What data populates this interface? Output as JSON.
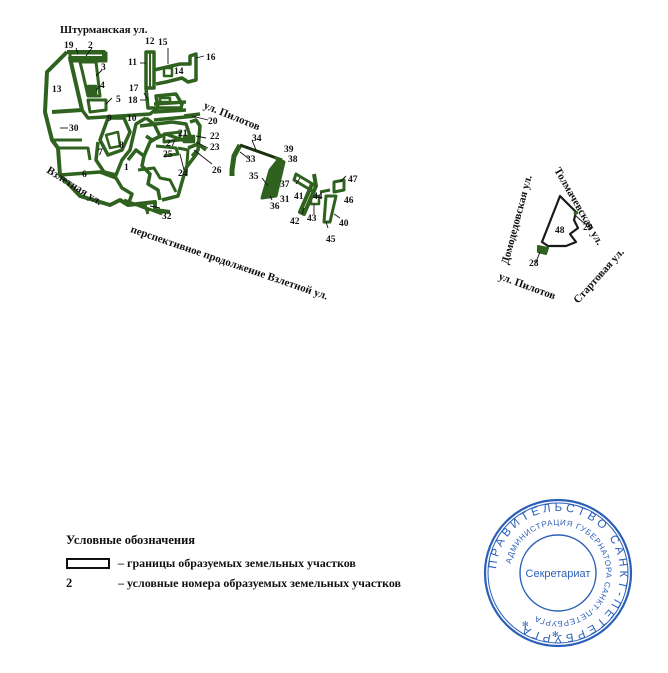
{
  "map": {
    "streets": {
      "shturmanskaya": "Штурманская ул.",
      "pilotov_top": "ул. Пилотов",
      "vzletnaya": "Взлетная ул.",
      "perspective": "перспективное продолжение Взлетной ул.",
      "domodedovskaya": "Домодедовская ул.",
      "tolmachevskaya": "Толмачевская ул.",
      "pilotov_bottom": "ул. Пилотов",
      "startovaya": "Стартовая ул."
    },
    "plot_color": "#2f621f",
    "plots": {
      "p1": "1",
      "p2": "2",
      "p3": "3",
      "p4": "4",
      "p5": "5",
      "p6": "6",
      "p7": "7",
      "p8": "8",
      "p9": "9",
      "p10": "10",
      "p11": "11",
      "p12": "12",
      "p13": "13",
      "p14": "14",
      "p15": "15",
      "p16": "16",
      "p17": "17",
      "p18": "18",
      "p19": "19",
      "p20": "20",
      "p21": "21",
      "p22": "22",
      "p23": "23",
      "p24": "24",
      "p25": "25",
      "p26": "26",
      "p27": "27",
      "p28": "28",
      "p29": "29",
      "p30": "30",
      "p31": "31",
      "p32": "32",
      "p33": "33",
      "p34": "34",
      "p35": "35",
      "p36": "36",
      "p37": "37",
      "p38": "38",
      "p39": "39",
      "p40": "40",
      "p41": "41",
      "p42": "42",
      "p43": "43",
      "p44": "44",
      "p45": "45",
      "p46": "46",
      "p47": "47",
      "p48": "48"
    }
  },
  "legend": {
    "title": "Условные обозначения",
    "items": [
      {
        "symbol": "boundary-rectangle",
        "text": "– границы образуемых земельных участков"
      },
      {
        "key": "2",
        "text": "– условные номера образуемых земельных участков"
      }
    ]
  },
  "stamp": {
    "outer_text": "ПРАВИТЕЛЬСТВО САНКТ-ПЕТЕРБУРГА",
    "inner_text": "АДМИНИСТРАЦИЯ ГУБЕРНАТОРА САНКТ-ПЕТЕРБУРГА",
    "center_text": "Секретариат",
    "color": "#2b5fb8"
  }
}
